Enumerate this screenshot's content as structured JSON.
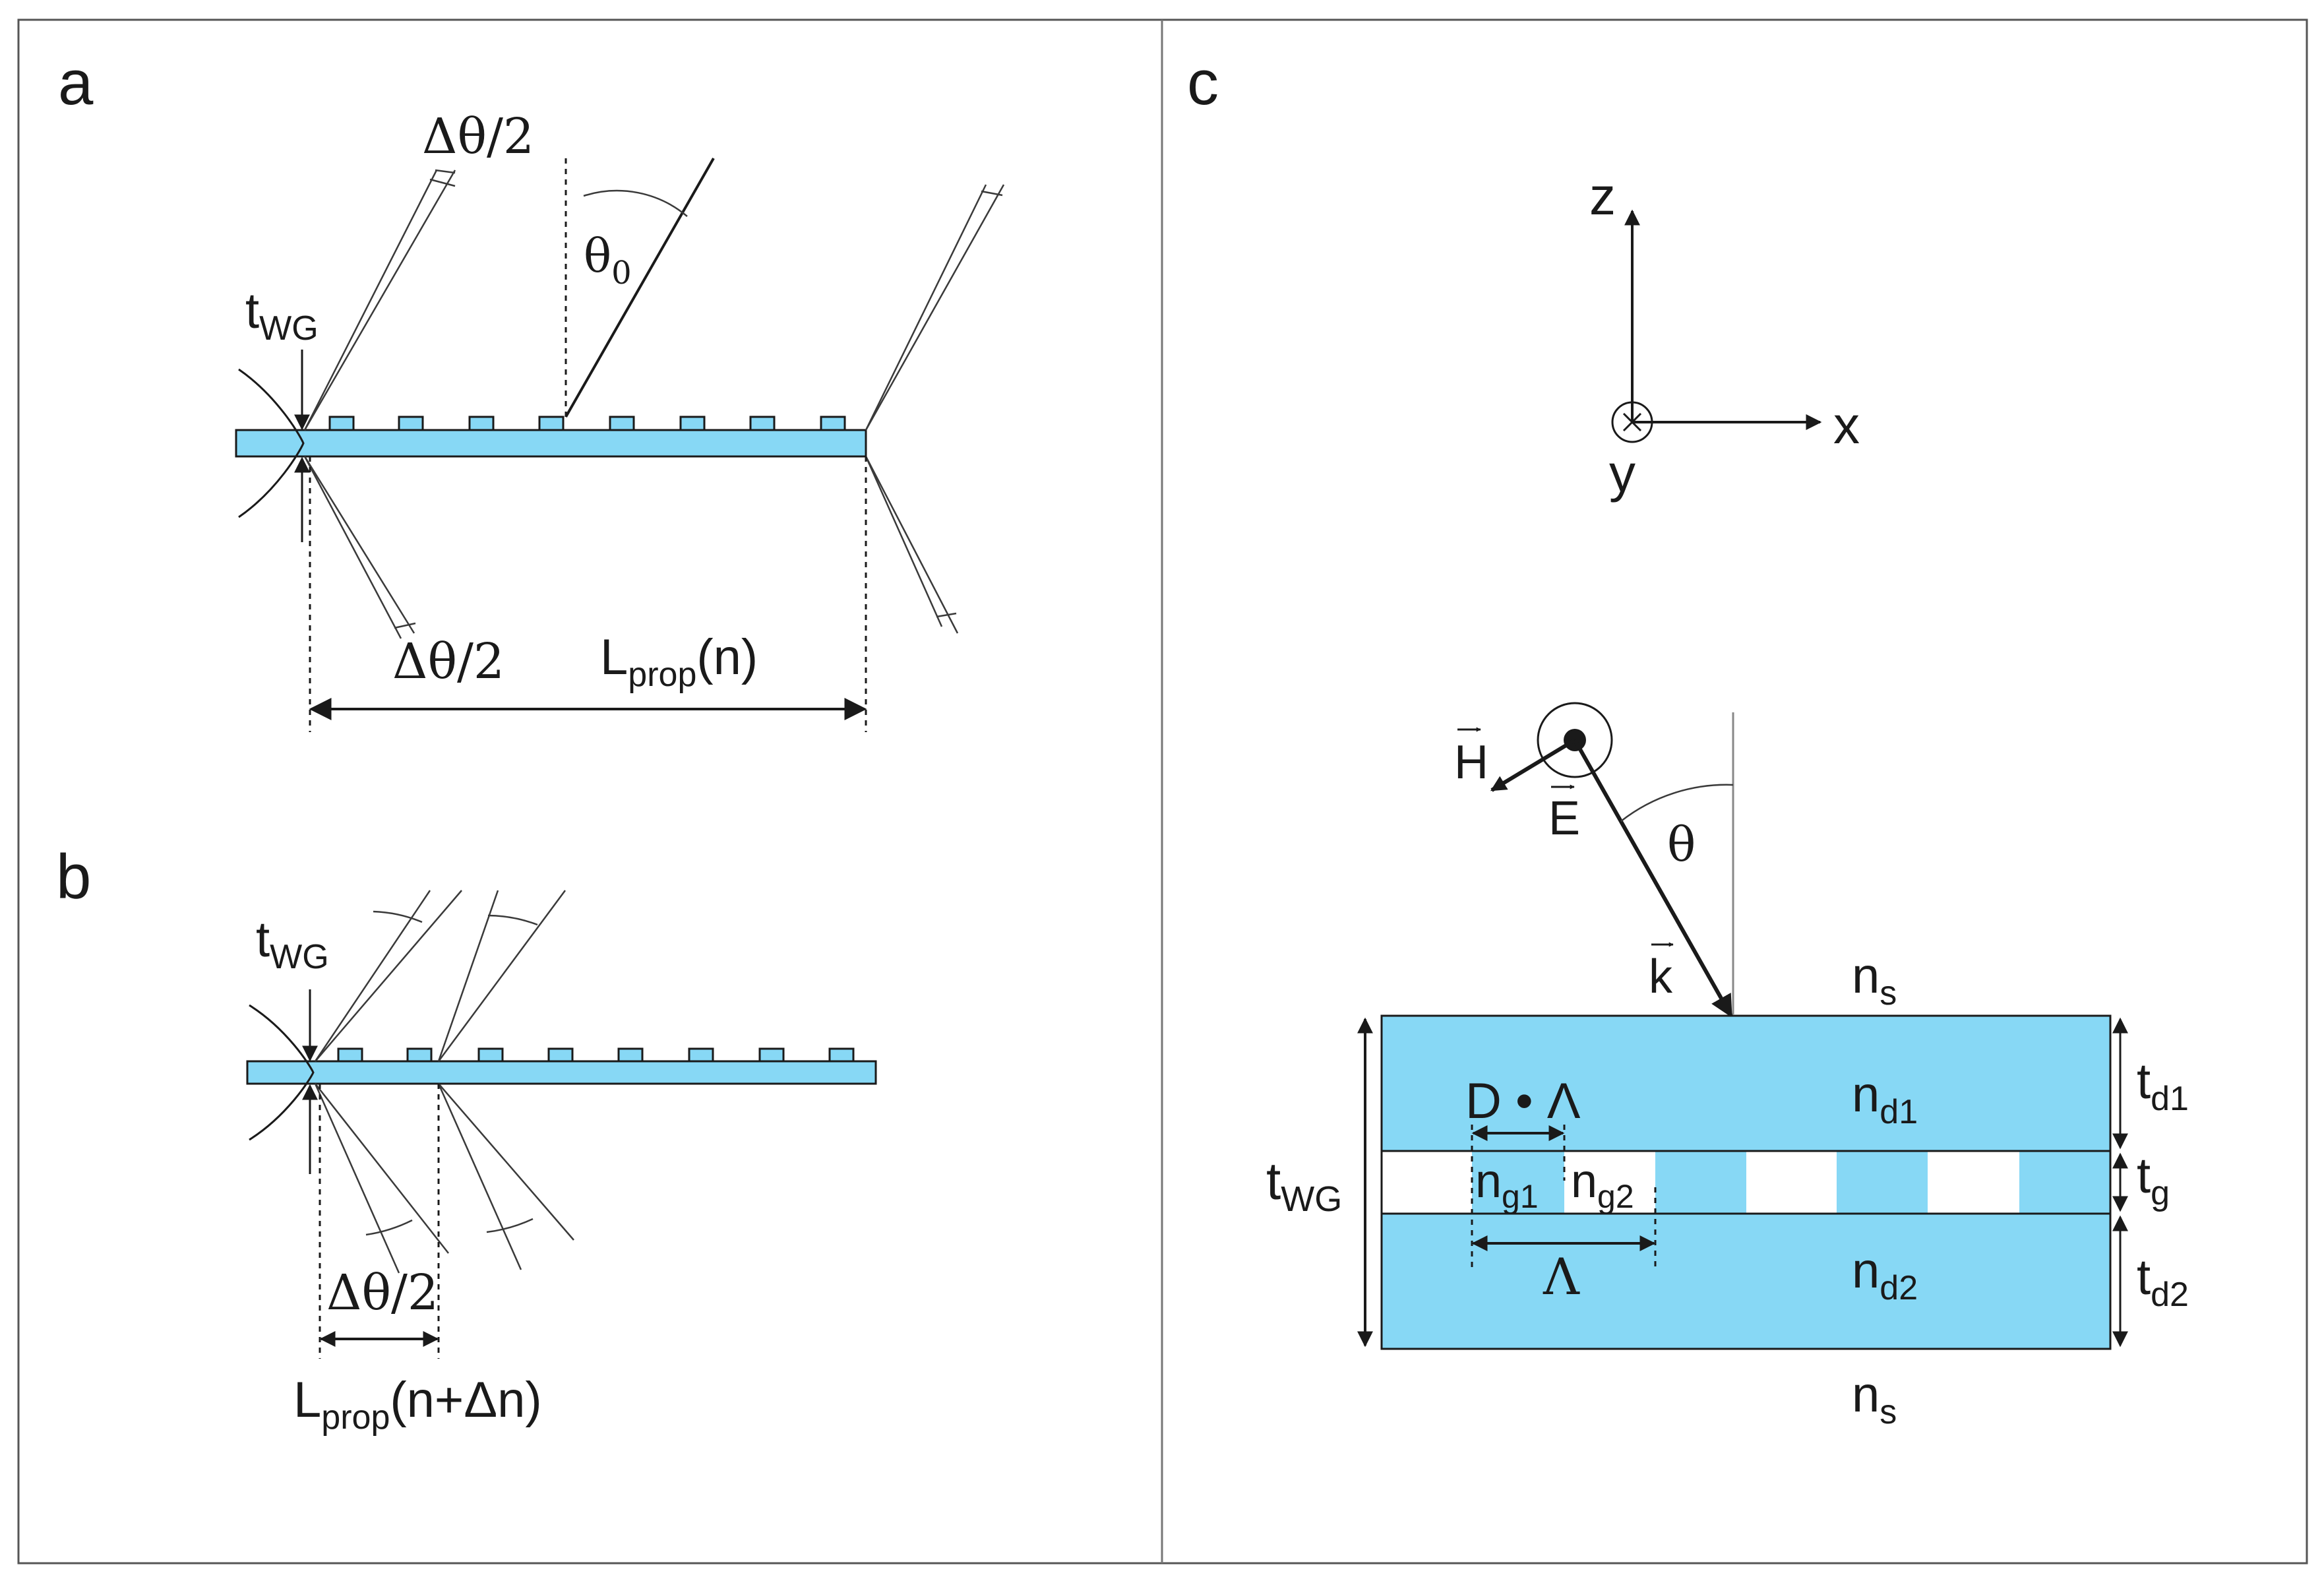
{
  "colors": {
    "waveguide": "#87d8f5",
    "line": "#1a1a1a",
    "background": "#ffffff"
  },
  "panels": {
    "a": {
      "letter": "a",
      "dtheta_top": "Δθ/2",
      "theta0": "θ",
      "theta0_sub": "0",
      "twg": "t",
      "twg_sub": "WG",
      "dtheta_bottom": "Δθ/2",
      "lprop": "L",
      "lprop_sub": "prop",
      "lprop_arg": "(n)"
    },
    "b": {
      "letter": "b",
      "twg": "t",
      "twg_sub": "WG",
      "dtheta": "Δθ/2",
      "lprop": "L",
      "lprop_sub": "prop",
      "lprop_arg": "(n+Δn)"
    },
    "c": {
      "letter": "c",
      "axis_z": "z",
      "axis_x": "x",
      "axis_y": "y",
      "H": "H",
      "E": "E",
      "k": "k",
      "theta": "θ",
      "ns_top": "n",
      "ns_top_sub": "s",
      "ns_bottom": "n",
      "ns_bottom_sub": "s",
      "nd1": "n",
      "nd1_sub": "d1",
      "nd2": "n",
      "nd2_sub": "d2",
      "ng1": "n",
      "ng1_sub": "g1",
      "ng2": "n",
      "ng2_sub": "g2",
      "D_lambda": "D • Λ",
      "Lambda": "Λ",
      "twg": "t",
      "twg_sub": "WG",
      "td1": "t",
      "td1_sub": "d1",
      "tg": "t",
      "tg_sub": "g",
      "td2": "t",
      "td2_sub": "d2"
    }
  }
}
